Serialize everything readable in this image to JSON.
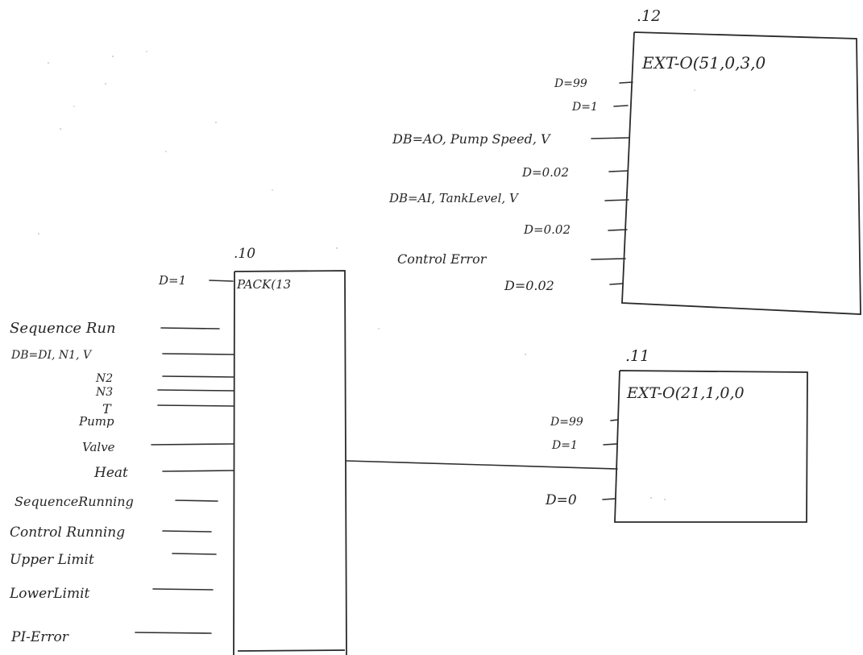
{
  "blocks": {
    "pack": {
      "number": ".10",
      "name": "PACK(13",
      "top_input": "D=1",
      "inputs": [
        "Sequence Run",
        "DB=DI, N1, V",
        "N2",
        "N3",
        "T",
        "Pump",
        "Valve",
        "Heat",
        "SequenceRunning",
        "Control Running",
        "Upper Limit",
        "LowerLimit",
        "PI-Error"
      ]
    },
    "ext12": {
      "number": ".12",
      "name": "EXT-O(51,0,3,0",
      "inputs": [
        "D=99",
        "D=1",
        "DB=AO, Pump Speed, V",
        "D=0.02",
        "DB=AI, TankLevel, V",
        "D=0.02",
        "Control Error",
        "D=0.02"
      ]
    },
    "ext11": {
      "number": ".11",
      "name": "EXT-O(21,1,0,0",
      "inputs": [
        "D=99",
        "D=1",
        "D=0"
      ]
    }
  },
  "colors": {
    "ink": "#262626",
    "paper": "#ffffff"
  }
}
